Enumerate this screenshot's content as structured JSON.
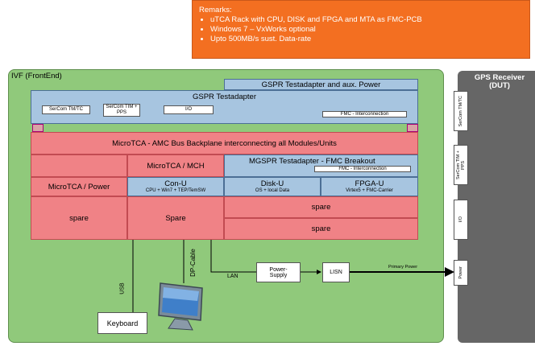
{
  "remarks": {
    "title": "Remarks:",
    "items": [
      "uTCA Rack with CPU, DISK and FPGA and MTA as FMC-PCB",
      "Windows 7 – VxWorks optional",
      "Upto 500MB/s sust. Data-rate"
    ]
  },
  "ivf": {
    "title": "IVF (FrontEnd)"
  },
  "gps": {
    "title_line1": "GPS Receiver",
    "title_line2": "(DUT)",
    "ports": [
      "SerCom TM/TC",
      "SerCom TIM + PPS",
      "I/O",
      "Power"
    ]
  },
  "gspr": {
    "aux_label": "GSPR Testadapter and aux. Power",
    "title": "GSPR Testadapter",
    "ports": {
      "sercom_tmtc": "SerCom TM/TC",
      "sercom_tim": "SerCom TIM + PPS",
      "io": "I/O",
      "fmc": "FMC - Interconnection"
    }
  },
  "backplane": "MicroTCA - AMC Bus Backplane interconnecting all Modules/Units",
  "mch": "MicroTCA / MCH",
  "mgspr": {
    "title": "MGSPR Testadapter - FMC Breakout",
    "fmc": "FMC - Interconnection"
  },
  "power_unit": "MicroTCA / Power",
  "conu": {
    "title": "Con-U",
    "sub": "CPU + Win7 + TEP/TemSW"
  },
  "disku": {
    "title": "Disk-U",
    "sub": "OS + local Data"
  },
  "fpgau": {
    "title": "FPGA-U",
    "sub": "Virtex5 + FMC-Carrier"
  },
  "spares": {
    "left": "spare",
    "middle": "Spare",
    "right_top": "spare",
    "right_bottom": "spare"
  },
  "connections": {
    "usb": "USB",
    "dp_cable": "DP-Cable",
    "lan": "LAN",
    "primary_power": "Primary Power"
  },
  "boxes": {
    "power_supply_l1": "Power-",
    "power_supply_l2": "Supply",
    "lisn": "LISN",
    "keyboard": "Keyboard"
  },
  "colors": {
    "remarks": "#f36f21",
    "ivf": "#90c97b",
    "gps": "#666666",
    "blue": "#a7c5e0",
    "red": "#f08286"
  }
}
